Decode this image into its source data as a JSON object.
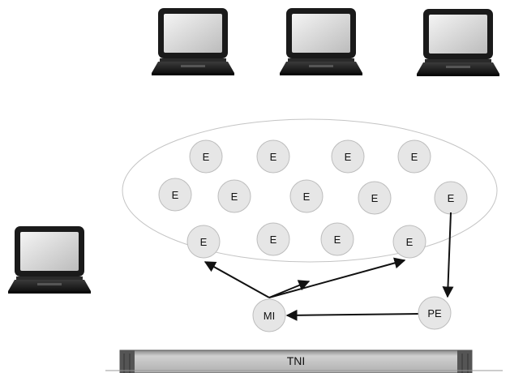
{
  "diagram": {
    "node_fill": "#e6e6e6",
    "node_stroke": "#bdbdbd",
    "cloud_stroke": "#c4c4c4",
    "arrow_color": "#111111",
    "laptops": [
      {
        "id": "laptop-top-1",
        "icon": "laptop-icon"
      },
      {
        "id": "laptop-top-2",
        "icon": "laptop-icon"
      },
      {
        "id": "laptop-top-3",
        "icon": "laptop-icon"
      },
      {
        "id": "laptop-left",
        "icon": "laptop-icon"
      }
    ],
    "e_nodes": [
      {
        "label": "E"
      },
      {
        "label": "E"
      },
      {
        "label": "E"
      },
      {
        "label": "E"
      },
      {
        "label": "E"
      },
      {
        "label": "E"
      },
      {
        "label": "E"
      },
      {
        "label": "E"
      },
      {
        "label": "E"
      },
      {
        "label": "E"
      },
      {
        "label": "E"
      },
      {
        "label": "E"
      },
      {
        "label": "E"
      }
    ],
    "mi_node": {
      "label": "MI"
    },
    "pe_node": {
      "label": "PE"
    },
    "tni": {
      "label": "TNI"
    }
  }
}
